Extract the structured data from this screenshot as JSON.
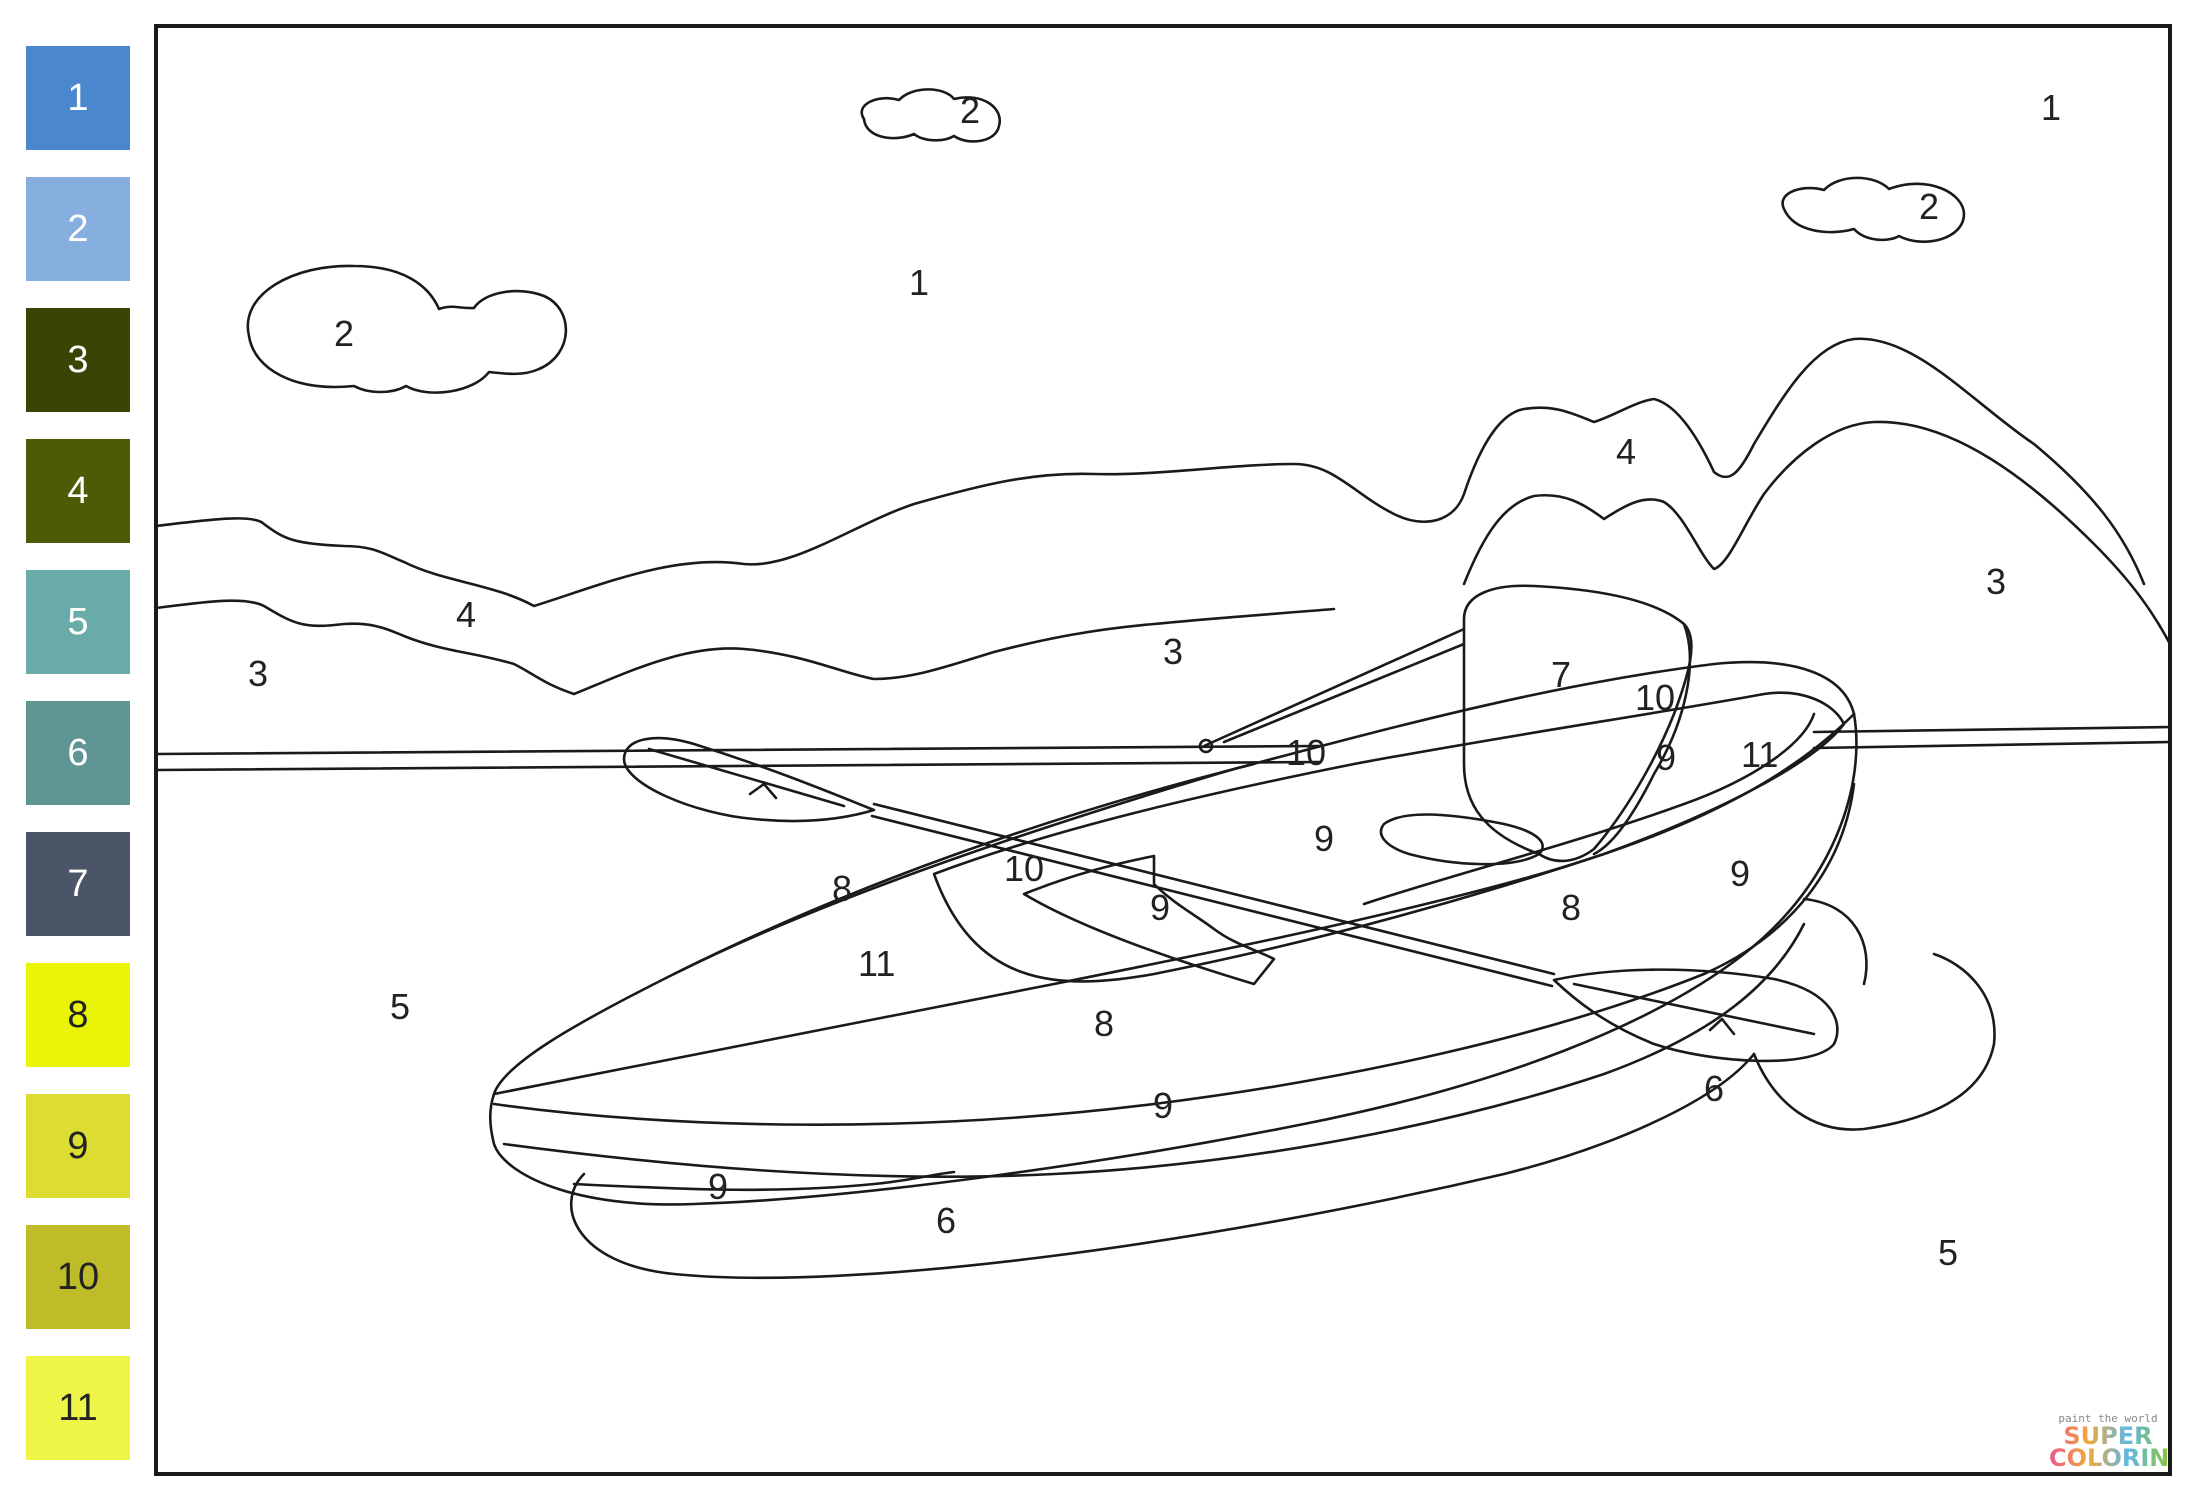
{
  "palette": [
    {
      "number": "1",
      "color": "#4a87cc"
    },
    {
      "number": "2",
      "color": "#86aede"
    },
    {
      "number": "3",
      "color": "#3a4404"
    },
    {
      "number": "4",
      "color": "#4f5a06"
    },
    {
      "number": "5",
      "color": "#69aba8"
    },
    {
      "number": "6",
      "color": "#5f9693"
    },
    {
      "number": "7",
      "color": "#4a5568"
    },
    {
      "number": "8",
      "color": "#e9f406"
    },
    {
      "number": "9",
      "color": "#dcdc32"
    },
    {
      "number": "10",
      "color": "#bebd29"
    },
    {
      "number": "11",
      "color": "#eff548"
    }
  ],
  "region_labels": {
    "sky_top_right": "1",
    "sky_center": "1",
    "cloud_small_top": "2",
    "cloud_right": "2",
    "cloud_left": "2",
    "hills_back_right": "4",
    "hills_left": "4",
    "hill_right": "3",
    "hill_center": "3",
    "hill_left": "3",
    "seat_back": "7",
    "inner_back": "10",
    "inner_right_9": "9",
    "rim_right": "11",
    "deck_10": "10",
    "cockpit_9": "9",
    "paddle_area_10": "10",
    "paddle_area_9": "9",
    "hull_right_9": "9",
    "hull_8_left": "8",
    "hull_8_right": "8",
    "hull_11": "11",
    "hull_8_center": "8",
    "hull_9_lower": "9",
    "hull_9_bottom": "9",
    "reflection_left": "6",
    "reflection_right": "6",
    "water_left": "5",
    "water_right": "5"
  },
  "watermark": {
    "tagline": "paint the world",
    "brand_line1": "SUPER",
    "brand_line2": "COLORING"
  }
}
